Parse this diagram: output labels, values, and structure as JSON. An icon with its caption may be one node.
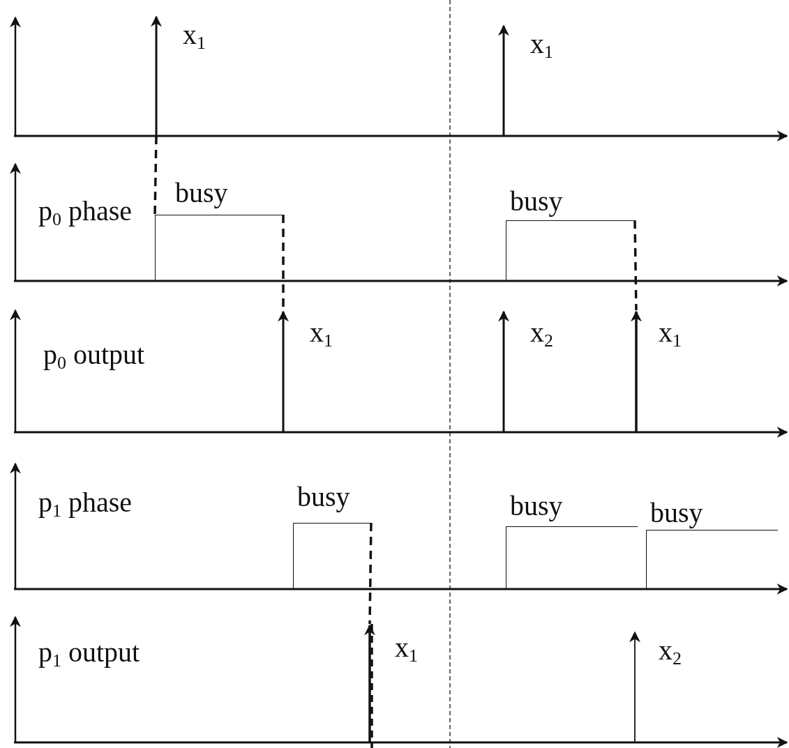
{
  "diagram": {
    "nodes": [
      {
        "text": [
          "x$_{1}$"
        ]
      },
      {
        "text": [
          "x$_{1}$"
        ]
      },
      {
        "text": [
          "busy"
        ]
      },
      {
        "text": [
          "busy"
        ]
      },
      {
        "text": [
          "x$_{1}$"
        ]
      },
      {
        "text": [
          "x$_{2}$"
        ]
      },
      {
        "text": [
          "x$_{1}$"
        ]
      },
      {
        "text": [
          "busy"
        ]
      },
      {
        "text": [
          "busy"
        ]
      },
      {
        "text": [
          "busy"
        ]
      },
      {
        "text": [
          "x$_{1}$"
        ]
      },
      {
        "text": [
          "x$_{2}$"
        ]
      }
    ],
    "edges": [
      {
        "from": 0,
        "to": 2,
        "arrow": "none",
        "style": "dashed"
      },
      {
        "from": 2,
        "to": 4,
        "arrow": "none",
        "style": "dashed"
      },
      {
        "from": 3,
        "to": 6,
        "arrow": "none",
        "style": "dashed"
      },
      {
        "from": 7,
        "to": 10,
        "arrow": "none",
        "style": "dashed"
      }
    ],
    "labels": [
      "p$_{0}$ phase",
      "p$_{0}$ output",
      "p$_{1}$ phase",
      "p$_{1}$ output"
    ]
  }
}
